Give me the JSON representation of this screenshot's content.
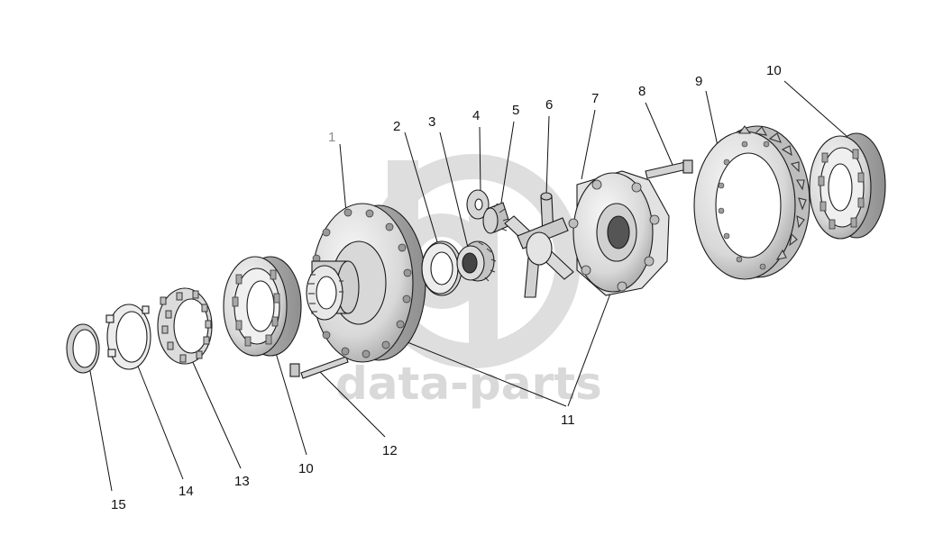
{
  "watermark": {
    "text": "data-parts",
    "logo": "dp-logo-mark"
  },
  "callouts": [
    {
      "id": "c1",
      "label": "1"
    },
    {
      "id": "c2",
      "label": "2"
    },
    {
      "id": "c3",
      "label": "3"
    },
    {
      "id": "c4",
      "label": "4"
    },
    {
      "id": "c5",
      "label": "5"
    },
    {
      "id": "c6",
      "label": "6"
    },
    {
      "id": "c7",
      "label": "7"
    },
    {
      "id": "c8",
      "label": "8"
    },
    {
      "id": "c9",
      "label": "9"
    },
    {
      "id": "c10a",
      "label": "10"
    },
    {
      "id": "c10b",
      "label": "10"
    },
    {
      "id": "c11",
      "label": "11"
    },
    {
      "id": "c12",
      "label": "12"
    },
    {
      "id": "c13",
      "label": "13"
    },
    {
      "id": "c14",
      "label": "14"
    },
    {
      "id": "c15",
      "label": "15"
    }
  ],
  "colors": {
    "line": "#111111",
    "part_fill": "#e6e6e6",
    "part_dark": "#b5b5b5",
    "watermark": "#d9d9d9"
  }
}
